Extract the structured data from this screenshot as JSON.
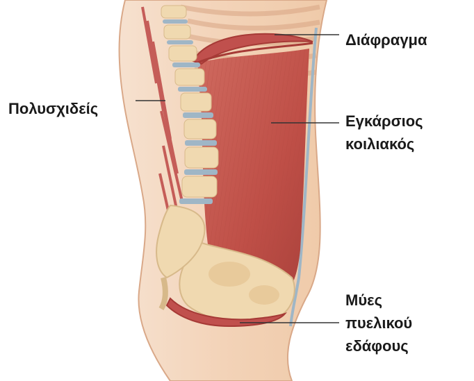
{
  "labels": {
    "diaphragm": "Διάφραγμα",
    "multifidus": "Πολυσχιδείς",
    "transversus_line1": "Εγκάρσιος",
    "transversus_line2": "κοιλιακός",
    "pelvic_floor_line1": "Μύες",
    "pelvic_floor_line2": "πυελικού",
    "pelvic_floor_line3": "εδάφους"
  },
  "colors": {
    "skin": "#f3d7bf",
    "skin_shadow": "#e8bfa0",
    "muscle": "#c0504d",
    "muscle_dark": "#a63a36",
    "bone": "#f0d9b0",
    "disc": "#9fb6c6",
    "leader_line": "#333333"
  }
}
